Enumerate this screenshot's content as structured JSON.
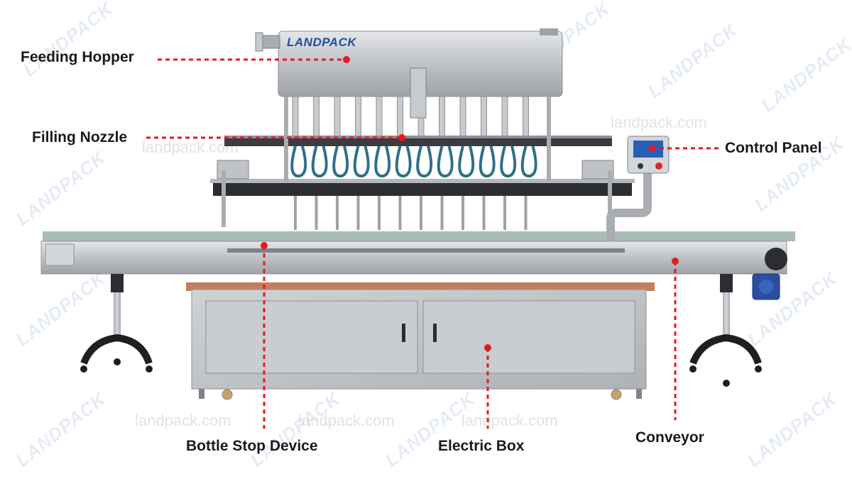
{
  "brand": {
    "logo_text": "LANDPACK",
    "watermark_text": "LANDPACK",
    "watermark_url": "landpack.com",
    "logo_color": "#1f4fa3"
  },
  "labels": {
    "feeding_hopper": "Feeding Hopper",
    "filling_nozzle": "Filling Nozzle",
    "control_panel": "Control Panel",
    "bottle_stop_device": "Bottle Stop Device",
    "electric_box": "Electric Box",
    "conveyor": "Conveyor"
  },
  "colors": {
    "callout_line": "#e31b23",
    "label_text": "#1a1a1a",
    "steel": "#b9bcc0",
    "hose": "#2e6f86",
    "motor": "#2a4fa0"
  }
}
